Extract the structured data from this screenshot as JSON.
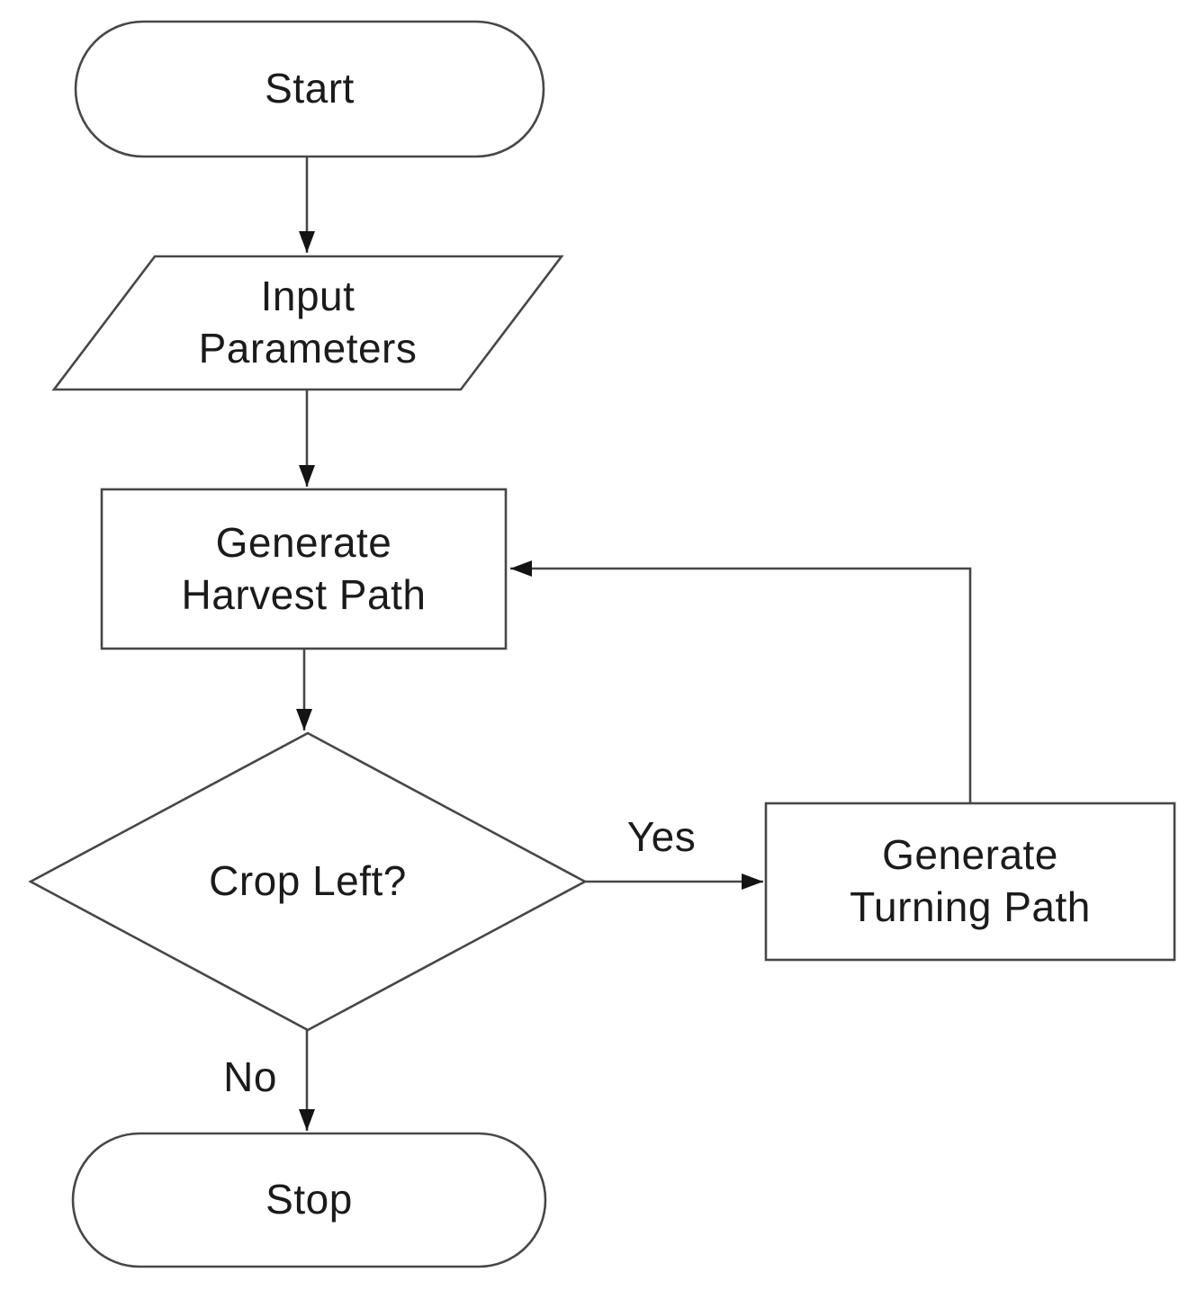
{
  "diagram": {
    "type": "flowchart",
    "nodes": {
      "start": {
        "shape": "terminator",
        "label": "Start"
      },
      "input": {
        "shape": "input-output",
        "label": "Input\nParameters"
      },
      "harvest": {
        "shape": "process",
        "label": "Generate\nHarvest Path"
      },
      "decision": {
        "shape": "decision",
        "label": "Crop Left?"
      },
      "turning": {
        "shape": "process",
        "label": "Generate\nTurning Path"
      },
      "stop": {
        "shape": "terminator",
        "label": "Stop"
      }
    },
    "edges": {
      "start_to_input": {
        "from": "start",
        "to": "input",
        "label": ""
      },
      "input_to_harvest": {
        "from": "input",
        "to": "harvest",
        "label": ""
      },
      "harvest_to_decision": {
        "from": "harvest",
        "to": "decision",
        "label": ""
      },
      "decision_to_turning": {
        "from": "decision",
        "to": "turning",
        "label": "Yes"
      },
      "turning_to_harvest": {
        "from": "turning",
        "to": "harvest",
        "label": ""
      },
      "decision_to_stop": {
        "from": "decision",
        "to": "stop",
        "label": "No"
      }
    }
  },
  "colors": {
    "stroke": "#474747",
    "text": "#1b1b1b",
    "arrowhead": "#141414",
    "background": "#ffffff"
  }
}
